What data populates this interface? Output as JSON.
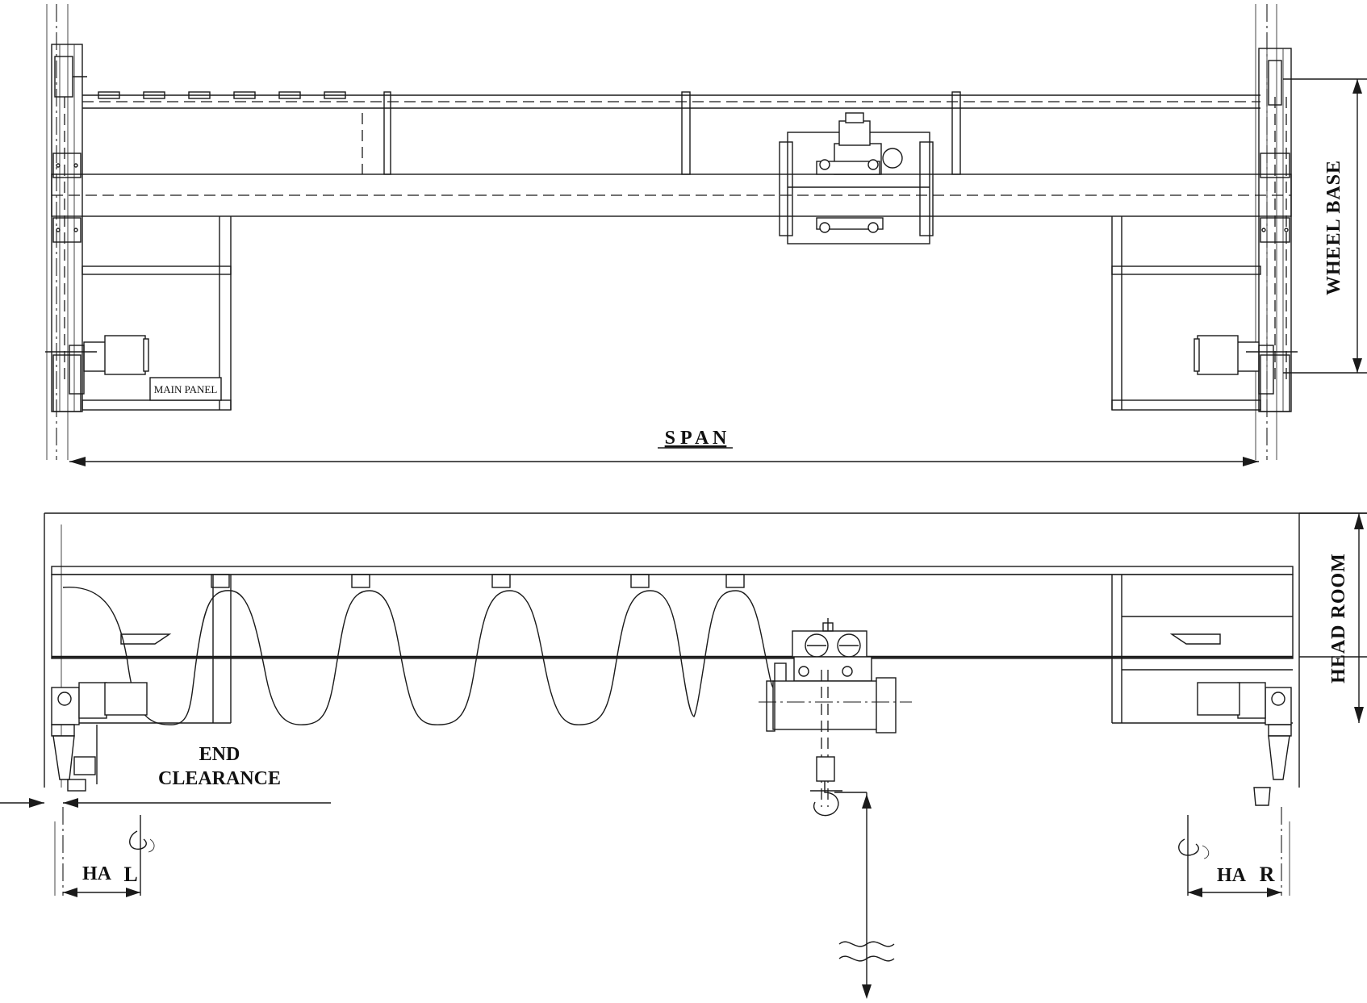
{
  "labels": {
    "span": "S P A N",
    "wheel_base": "WHEEL BASE",
    "head_room": "HEAD ROOM",
    "main_panel": "MAIN PANEL",
    "end_clearance_1": "END",
    "end_clearance_2": "CLEARANCE",
    "ha_left": "HA",
    "ha_left_suffix": "L",
    "ha_right": "HA",
    "ha_right_suffix": "R"
  },
  "colors": {
    "line": "#1a1a1a",
    "background": "#ffffff"
  }
}
